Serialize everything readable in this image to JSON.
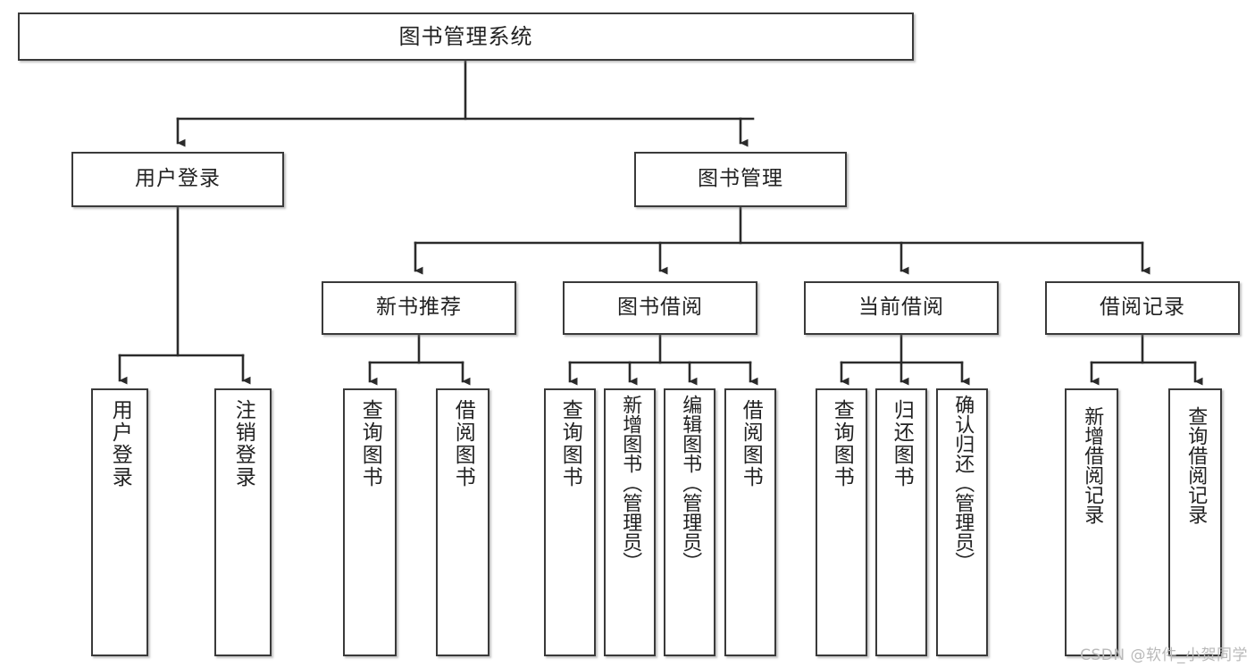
{
  "diagram": {
    "title": "图书管理系统",
    "type": "tree-hierarchy-chart",
    "orientation": "top-down",
    "colors": {
      "border": "#3a3a3a",
      "fill": "#ffffff",
      "text": "#222222",
      "edge": "#2b2b2b",
      "watermark": "#b9b9b9"
    }
  },
  "nodes": {
    "root": {
      "label": "图书管理系统"
    },
    "level2": [
      {
        "label": "用户登录"
      },
      {
        "label": "图书管理"
      }
    ],
    "level3": [
      {
        "label": "新书推荐"
      },
      {
        "label": "图书借阅"
      },
      {
        "label": "当前借阅"
      },
      {
        "label": "借阅记录"
      }
    ],
    "leaves": {
      "user_login": [
        {
          "label": "用户登录"
        },
        {
          "label": "注销登录"
        }
      ],
      "new_book": [
        {
          "label": "查询图书"
        },
        {
          "label": "借阅图书"
        }
      ],
      "book_borrow": [
        {
          "label": "查询图书"
        },
        {
          "label": "新增图书（管理员）"
        },
        {
          "label": "编辑图书（管理员）"
        },
        {
          "label": "借阅图书"
        }
      ],
      "current_borrow": [
        {
          "label": "查询图书"
        },
        {
          "label": "归还图书"
        },
        {
          "label": "确认归还（管理员）"
        }
      ],
      "borrow_record": [
        {
          "label": "新增借阅记录"
        },
        {
          "label": "查询借阅记录"
        }
      ]
    }
  },
  "watermark": {
    "text": "CSDN @软件_小贺同学"
  }
}
